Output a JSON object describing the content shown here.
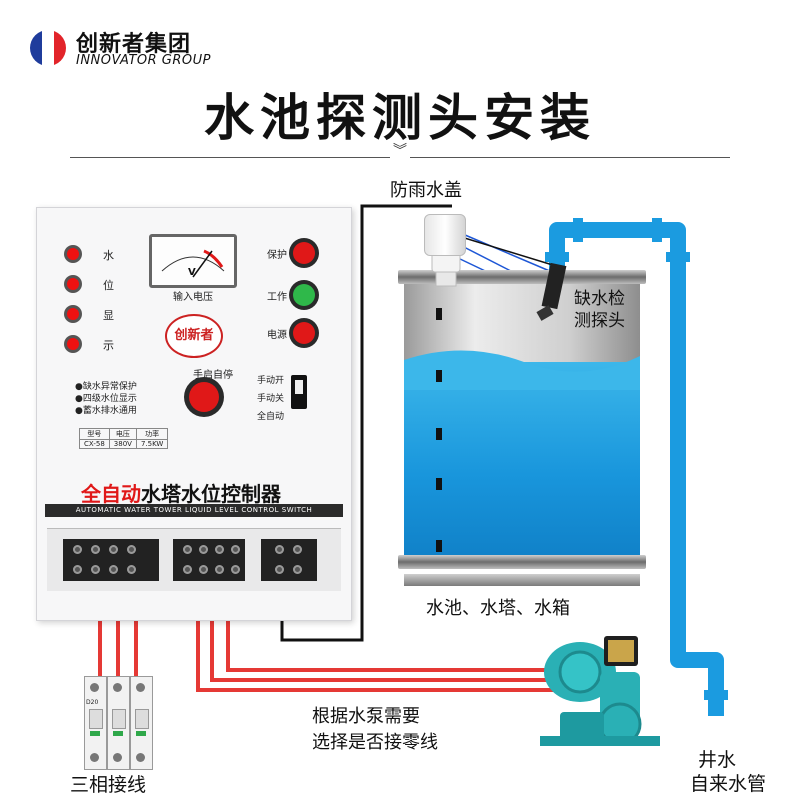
{
  "brand": {
    "name_cn": "创新者集团",
    "name_en": "INNOVATOR GROUP",
    "flag_colors": [
      "#1f3c9c",
      "#ffffff",
      "#e2242a"
    ]
  },
  "title": "水池探测头安装",
  "labels": {
    "rain_cover": "防雨水盖",
    "probe": [
      "缺水检",
      "测探头"
    ],
    "tank": "水池、水塔、水箱",
    "pump_note": [
      "根据水泵需要",
      "选择是否接零线"
    ],
    "three_phase": "三相接线",
    "well": [
      "井水",
      "自来水管"
    ]
  },
  "controller": {
    "led_labels": [
      "水",
      "位",
      "显",
      "示"
    ],
    "meter_label": "输入电压",
    "meter_unit": "V",
    "status_lights": [
      {
        "label": "保护",
        "color": "#e01818"
      },
      {
        "label": "工作",
        "color": "#2fb84a"
      },
      {
        "label": "电源",
        "color": "#e01818"
      }
    ],
    "logo_text": "创新者",
    "button_label": "手启自停",
    "features": [
      "●缺水异常保护",
      "●四级水位显示",
      "●蓄水排水通用"
    ],
    "spec_headers": [
      "型号",
      "电压",
      "功率"
    ],
    "spec_values": [
      "CX-58",
      "380V",
      "7.5KW"
    ],
    "switch_labels": [
      "手动开",
      "手动关",
      "全自动"
    ],
    "product_name_red": "全自动",
    "product_name_black": "水塔水位控制器",
    "product_name_en": "AUTOMATIC WATER TOWER LIQUID LEVEL CONTROL SWITCH"
  },
  "breaker": {
    "rating": "D20"
  },
  "colors": {
    "water": "#1996dc",
    "pipe": "#1b9be0",
    "wire_red": "#e53935",
    "wire_black": "#111111",
    "pump": "#2ab0b5"
  }
}
